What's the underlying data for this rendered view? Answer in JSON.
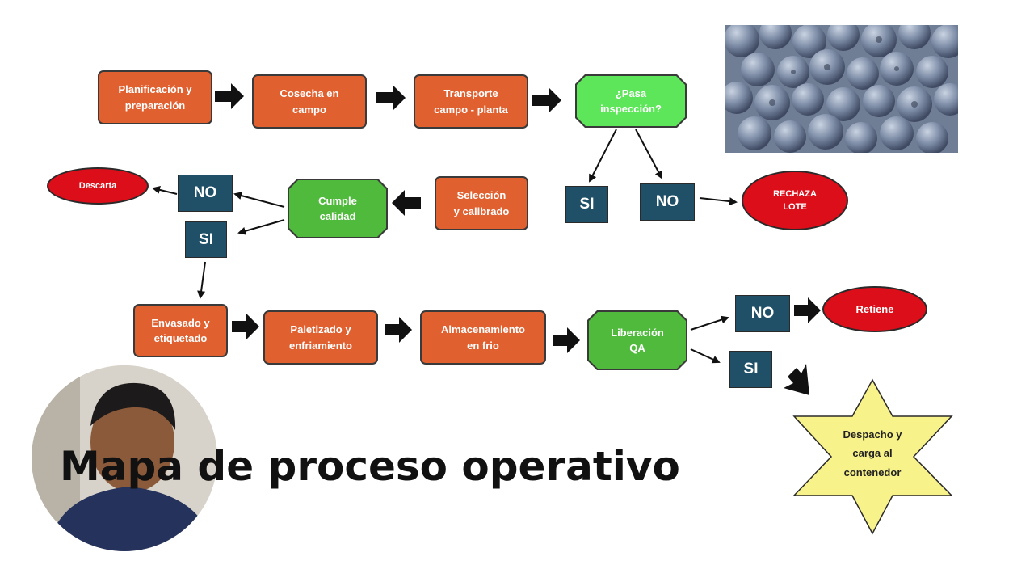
{
  "title": "Mapa de proceso operativo",
  "steps": {
    "planificacion": "Planificación y\npreparación",
    "cosecha": "Cosecha en\ncampo",
    "transporte": "Transporte\ncampo - planta",
    "pasa_inspeccion": "¿Pasa\ninspección?",
    "seleccion": "Selección\ny calibrado",
    "cumple_calidad": "Cumple\ncalidad",
    "envasado": "Envasado y\netiquetado",
    "paletizado": "Paletizado y\nenfriamiento",
    "almacenamiento": "Almacenamiento\nen frio",
    "liberacion": "Liberación\nQA",
    "despacho": "Despacho y\ncarga al\ncontenedor"
  },
  "outcomes": {
    "descarta": "Descarta",
    "rechaza_lote": "RECHAZA\nLOTE",
    "retiene": "Retiene"
  },
  "decisions": {
    "inspeccion_si": "SI",
    "inspeccion_no": "NO",
    "calidad_no": "NO",
    "calidad_si": "SI",
    "qa_no": "NO",
    "qa_si": "SI"
  },
  "colors": {
    "process": "#e06030",
    "decision_bright": "#5ee65a",
    "decision": "#4fba3c",
    "tag": "#1f5068",
    "outcome": "#dc0e1a",
    "star": "#f8f28a"
  }
}
